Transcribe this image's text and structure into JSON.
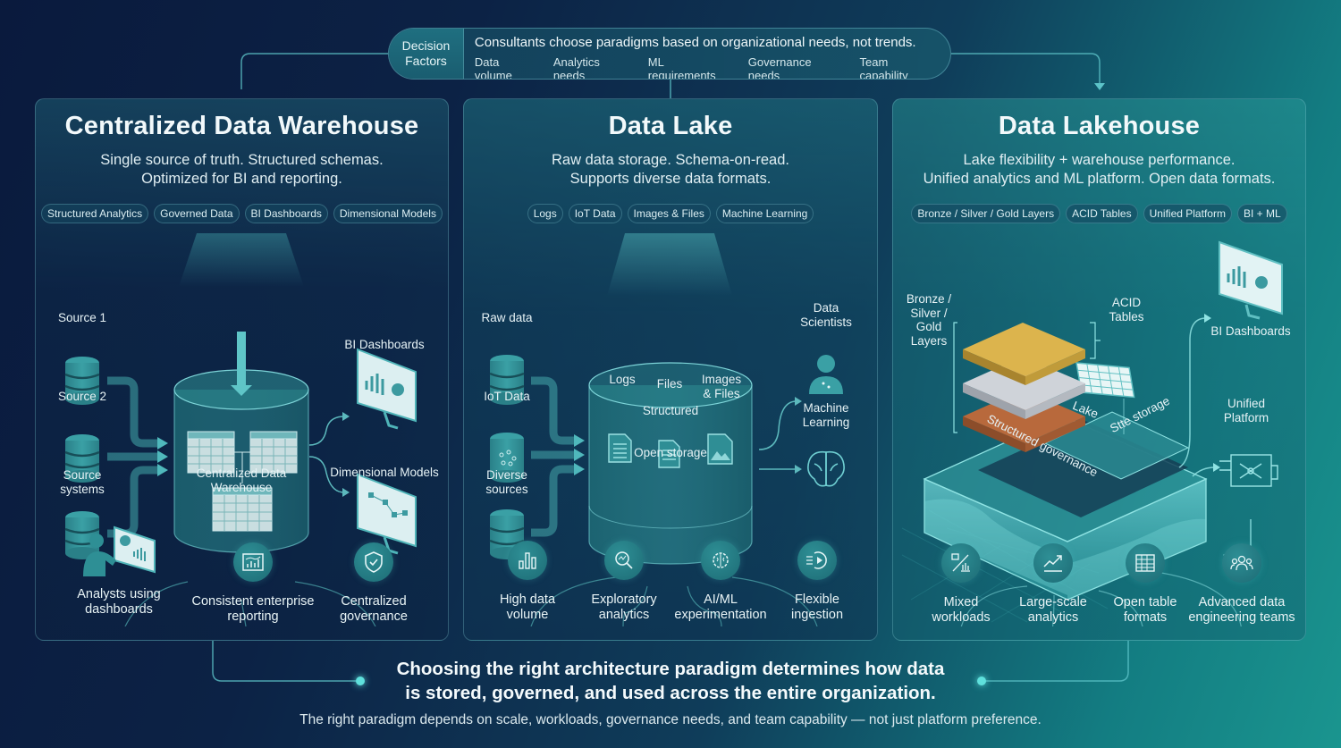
{
  "decision": {
    "label_line1": "Decision",
    "label_line2": "Factors",
    "headline": "Consultants choose paradigms based on organizational needs, not trends.",
    "factors": [
      "Data volume",
      "Analytics needs",
      "ML requirements",
      "Governance needs",
      "Team capability"
    ]
  },
  "panels": {
    "warehouse": {
      "title": "Centralized Data Warehouse",
      "desc_line1": "Single source of truth. Structured schemas.",
      "desc_line2": "Optimized for BI and reporting.",
      "chips": [
        "Structured Analytics",
        "Governed Data",
        "BI Dashboards",
        "Dimensional Models"
      ],
      "sources": [
        "Source 1",
        "Source 2",
        "Source systems"
      ],
      "center_label_line1": "Centralized Data",
      "center_label_line2": "Warehouse",
      "outputs": [
        "BI Dashboards",
        "Dimensional Models"
      ],
      "features": [
        {
          "line1": "Analysts using",
          "line2": "dashboards",
          "icon": "analyst-dashboard-icon"
        },
        {
          "line1": "Consistent enterprise",
          "line2": "reporting",
          "icon": "report-chart-icon"
        },
        {
          "line1": "Centralized",
          "line2": "governance",
          "icon": "shield-check-icon"
        }
      ]
    },
    "lake": {
      "title": "Data Lake",
      "desc_line1": "Raw data storage. Schema-on-read.",
      "desc_line2": "Supports diverse data formats.",
      "chips": [
        "Logs",
        "IoT Data",
        "Images & Files",
        "Machine Learning"
      ],
      "sources": [
        "Raw data",
        "IoT Data",
        "Diverse sources"
      ],
      "inner_items": [
        "Logs",
        "Files",
        "Images & Files"
      ],
      "inner_structured": "Structured",
      "inner_storage": "Open storage",
      "outputs": [
        "Data Scientists",
        "Machine Learning"
      ],
      "features": [
        {
          "line1": "High data",
          "line2": "volume",
          "icon": "bar-chart-icon"
        },
        {
          "line1": "Exploratory",
          "line2": "analytics",
          "icon": "magnifier-trend-icon"
        },
        {
          "line1": "AI/ML",
          "line2": "experimentation",
          "icon": "brain-gear-icon"
        },
        {
          "line1": "Flexible",
          "line2": "ingestion",
          "icon": "ingestion-play-icon"
        }
      ]
    },
    "lakehouse": {
      "title": "Data Lakehouse",
      "desc_line1": "Lake flexibility + warehouse performance.",
      "desc_line2": "Unified analytics and ML platform. Open data formats.",
      "chips": [
        "Bronze / Silver / Gold Layers",
        "ACID Tables",
        "Unified Platform",
        "BI + ML"
      ],
      "layers_label": [
        "Bronze /",
        "Silver /",
        "Gold",
        "Layers"
      ],
      "acid_label": [
        "ACID",
        "Tables"
      ],
      "platform_text_governance": "Structured governance",
      "platform_text_lake": "Lake",
      "platform_text_storage": "Stte storage",
      "outputs": [
        "BI Dashboards",
        "Unified Platform"
      ],
      "layer_colors": {
        "gold": "#d9b24a",
        "silver": "#c9cdd4",
        "bronze": "#b8693c"
      },
      "features": [
        {
          "line1": "Mixed",
          "line2": "workloads",
          "icon": "mixed-workload-icon"
        },
        {
          "line1": "Large-scale",
          "line2": "analytics",
          "icon": "trend-up-icon"
        },
        {
          "line1": "Open table",
          "line2": "formats",
          "icon": "table-grid-icon"
        },
        {
          "line1": "Advanced data",
          "line2": "engineering teams",
          "icon": "team-icon"
        }
      ]
    }
  },
  "footer": {
    "main_line1": "Choosing the right architecture paradigm determines how data",
    "main_line2": "is stored, governed, and used across the entire organization.",
    "sub": "The right paradigm depends on scale, workloads, governance needs, and team capability — not just platform preference."
  },
  "colors": {
    "accent": "#5fe0dc",
    "teal": "#2e8f95",
    "bg_dark": "#0a1a3d",
    "bg_teal": "#1a958f"
  }
}
